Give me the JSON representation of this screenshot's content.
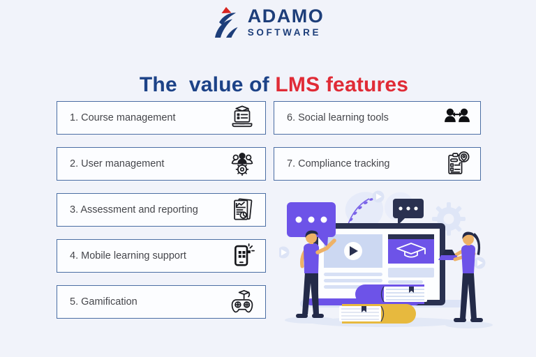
{
  "brand": {
    "name": "ADAMO",
    "subtitle": "SOFTWARE",
    "logo_icon": "adamo-swoosh-logo-icon"
  },
  "title": {
    "part_navy": "The  value of ",
    "part_red": "LMS features"
  },
  "features": [
    {
      "label": "1. Course management",
      "icon": "laptop-graduation-icon"
    },
    {
      "label": "2. User management",
      "icon": "people-gear-icon"
    },
    {
      "label": "3. Assessment and reporting",
      "icon": "report-chart-pie-icon"
    },
    {
      "label": "4. Mobile learning support",
      "icon": "mobile-apps-icon"
    },
    {
      "label": "5. Gamification",
      "icon": "gamepad-graduation-icon"
    },
    {
      "label": "6. Social learning tools",
      "icon": "people-exchange-icon"
    },
    {
      "label": "7. Compliance tracking",
      "icon": "checklist-location-icon"
    }
  ],
  "illustration": {
    "name": "elearning-scene-illustration",
    "elements": [
      "speech-bubble-purple",
      "speech-bubble-dark",
      "gear",
      "monitor-with-video-and-course-card",
      "graduation-cap",
      "books-stack",
      "man-pointing",
      "woman-holding-laptop",
      "play-buttons",
      "leaves"
    ]
  },
  "colors": {
    "background": "#f1f3fa",
    "navy_title": "#1c4287",
    "red_accent": "#e02b36",
    "logo_navy": "#1d3e7a",
    "logo_red": "#d8241f",
    "box_border": "#4a6da3",
    "box_background": "#fcfdff",
    "box_text": "#45464b",
    "illus_purple": "#6d53e8",
    "illus_dark_navy": "#2a3150",
    "illus_periwinkle": "#ccd8f2",
    "illus_yellow": "#e7b93e",
    "illus_skin": "#eeb267"
  }
}
